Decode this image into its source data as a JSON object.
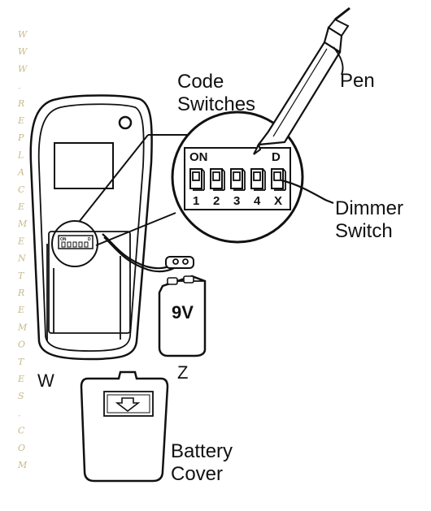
{
  "watermark": [
    "W",
    "W",
    "W",
    ".",
    "R",
    "E",
    "P",
    "L",
    "A",
    "C",
    "E",
    "M",
    "E",
    "N",
    "T",
    "R",
    "E",
    "M",
    "O",
    "T",
    "E",
    "S",
    ".",
    "C",
    "O",
    "M"
  ],
  "labels": {
    "code_switches_line1": "Code",
    "code_switches_line2": "Switches",
    "pen": "Pen",
    "dimmer_line1": "Dimmer",
    "dimmer_line2": "Switch",
    "remote": "W",
    "battery": "Z",
    "battery_voltage": "9V",
    "cover_line1": "Battery",
    "cover_line2": "Cover"
  },
  "dip_panel": {
    "on_label": "ON",
    "d_label": "D",
    "switch_labels": [
      "1",
      "2",
      "3",
      "4",
      "X"
    ]
  },
  "mini_dip": {
    "on_label": "ON",
    "d_label": "D"
  }
}
